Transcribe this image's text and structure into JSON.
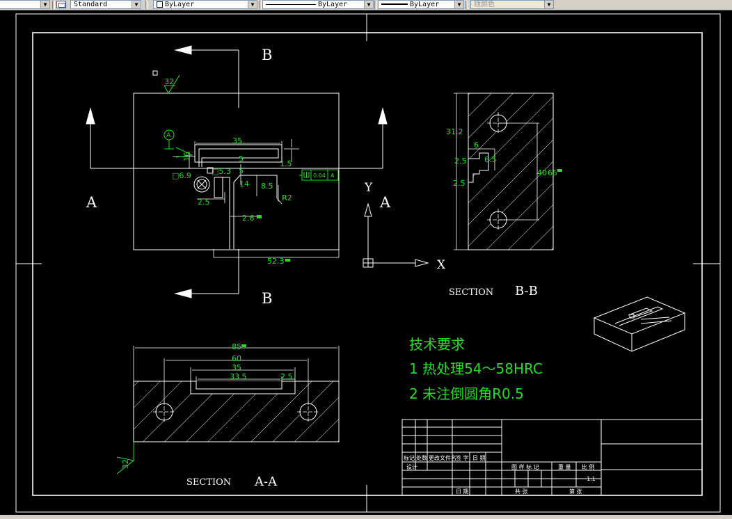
{
  "toolbar": {
    "style_name": "Standard",
    "layer": "ByLayer",
    "linetype": "ByLayer",
    "lineweight": "ByLayer",
    "plot_color": "随颜色"
  },
  "drawing": {
    "label_b_top": "B",
    "label_b_bottom": "B",
    "label_a_left": "A",
    "label_a_right": "A",
    "dim_35_top": "35",
    "dim_5_a": "5",
    "dim_5_b": "5",
    "dim_1_5": "1.5",
    "dim_16": "16",
    "dim_sq5_3": "□5.3",
    "dim_14": "14",
    "dim_8_5": "8.5",
    "dim_sq6_9": "□6.9",
    "dim_2_5_left": "2.5",
    "dim_r2": "R2",
    "dim_2_6": "2.6",
    "dim_52_3": "52.3",
    "roughness_32_top": "32",
    "roughness_32_bottom": "32",
    "datum_a": "A",
    "fcf_tol": "0.04",
    "fcf_datum": "A",
    "axis_y": "Y",
    "axis_x": "X",
    "bb_31_2": "31.2",
    "bb_6": "6",
    "bb_2_5_a": "2.5",
    "bb_6_5": "6.5",
    "bb_2_5_b": "2.5",
    "bb_40": "40",
    "bb_65": "65",
    "section_bb_word": "SECTION",
    "section_bb_label": "B-B",
    "aa_85": "85",
    "aa_60": "60",
    "aa_35": "35",
    "aa_33_5": "33.5",
    "aa_2_5": "2.5",
    "section_aa_word": "SECTION",
    "section_aa_label": "A-A",
    "req_title": "技术要求",
    "req_1": "1 热处理54～58HRC",
    "req_2": "2 未注倒圆角R0.5",
    "tb_headers": [
      "标记",
      "处数",
      "更改文件名",
      "签 字",
      "日 期"
    ],
    "tb_stage": "图 样 标 记",
    "tb_weight": "重 量",
    "tb_scale": "比 例",
    "tb_scale_val": "1:1",
    "tb_design": "设计",
    "tb_date": "日 期",
    "tb_sheets": "共 张",
    "tb_sheet": "第 张"
  }
}
